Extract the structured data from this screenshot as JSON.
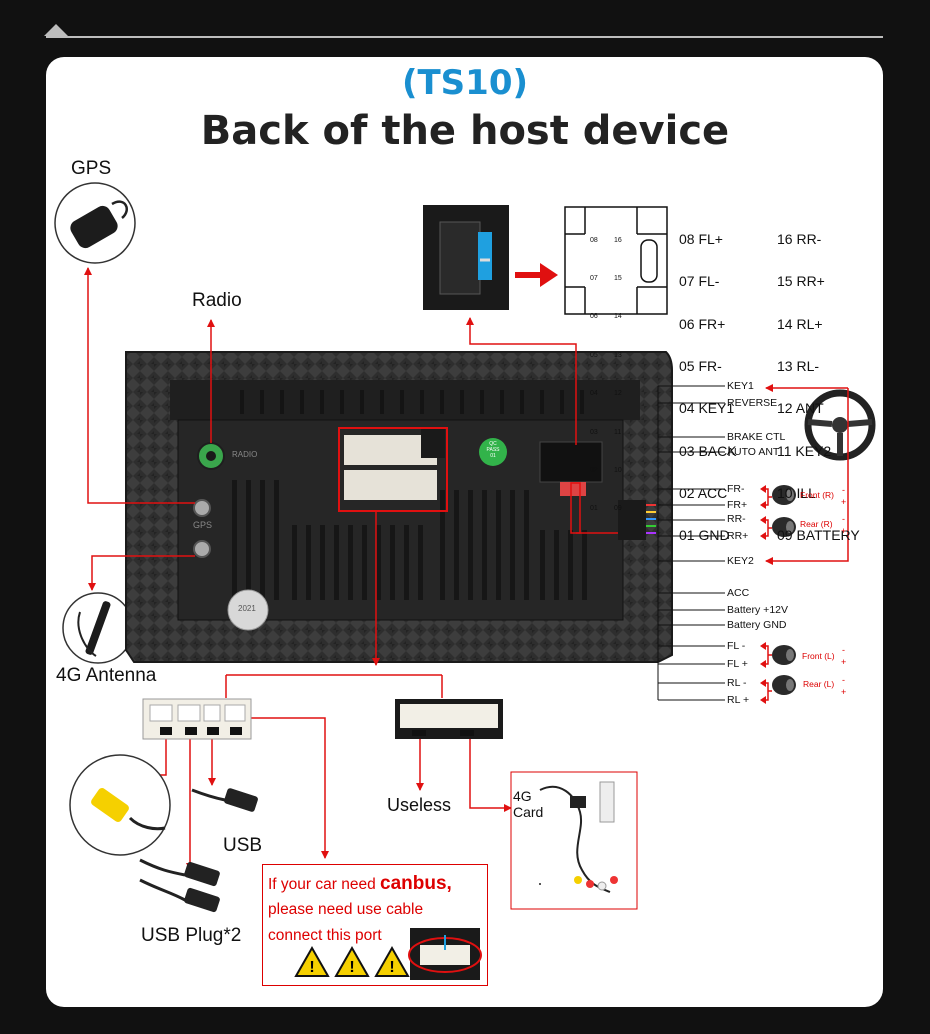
{
  "header": {
    "model": "(TS10)",
    "title": "Back of the host device"
  },
  "labels": {
    "gps": "GPS",
    "radio": "Radio",
    "antenna_4g": "4G Antenna",
    "usb": "USB",
    "usb_plug": "USB Plug*2",
    "useless": "Useless",
    "card_4g_line1": "4G",
    "card_4g_line2": "Card"
  },
  "unit": {
    "radio_port": "RADIO",
    "gps_port": "GPS",
    "qc_badge": "QC\nPASS\n01",
    "seal": "2021"
  },
  "harness_pins": {
    "left": [
      "08 FL+",
      "07 FL-",
      "06 FR+",
      "05 FR-",
      "04 KEY1",
      "03 BACK",
      "02 ACC",
      "01 GND"
    ],
    "right": [
      "16 RR-",
      "15 RR+",
      "14 RL+",
      "13 RL-",
      "12 ANT",
      "11 KEY2",
      "10 ILL",
      "09 BATTERY"
    ],
    "connector_left": [
      "08",
      "07",
      "06",
      "05",
      "04",
      "03",
      "02",
      "01"
    ],
    "connector_right": [
      "16",
      "15",
      "14",
      "13",
      "12",
      "11",
      "10",
      "09"
    ]
  },
  "wires": {
    "key1": "KEY1",
    "reverse": "REVERSE",
    "brake": "BRAKE CTL",
    "auto_ant": "AUTO ANT",
    "fr_minus": "FR-",
    "fr_plus": "FR+",
    "rr_minus": "RR-",
    "rr_plus": "RR+",
    "key2": "KEY2",
    "acc": "ACC",
    "battery": "Battery +12V",
    "gnd": "Battery GND",
    "fl_minus": "FL -",
    "fl_plus": "FL +",
    "rl_minus": "RL -",
    "rl_plus": "RL +"
  },
  "speakers": {
    "front_r": "Front (R)",
    "rear_r": "Rear (R)",
    "front_l": "Front (L)",
    "rear_l": "Rear (L)",
    "minus": "-",
    "plus": "+"
  },
  "canbus_note": {
    "line1_pre": "If your car need ",
    "line1_bold": "canbus,",
    "line2": "please need use cable",
    "line3": "connect this port"
  },
  "colors": {
    "accent": "#1a8fd0",
    "arrow": "#e01010",
    "background": "#111111",
    "card": "#ffffff"
  }
}
